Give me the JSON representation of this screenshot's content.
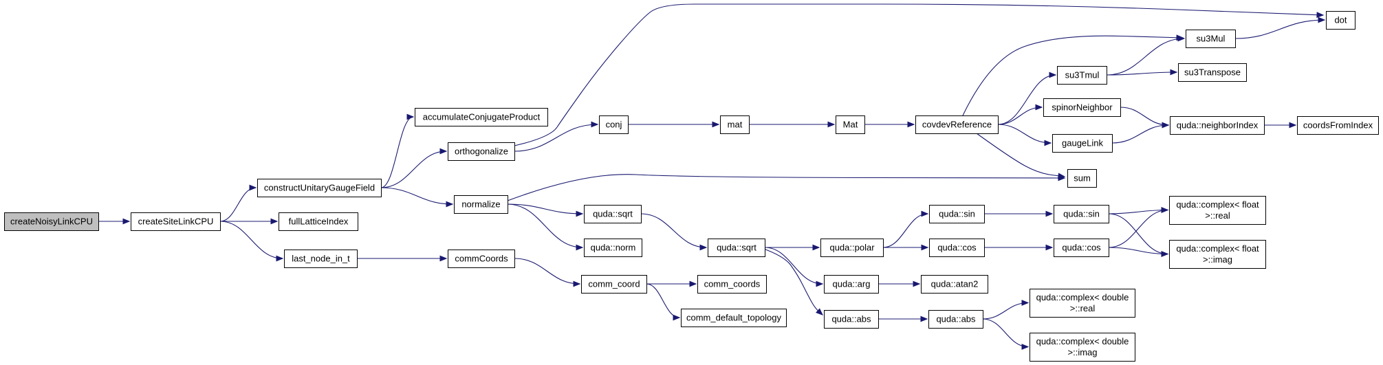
{
  "colors": {
    "edge": "#191970",
    "root_fill": "#bfbfbf",
    "node_fill": "#ffffff",
    "border": "#000000"
  },
  "nodes": [
    {
      "id": "createNoisyLinkCPU",
      "lines": [
        "createNoisyLinkCPU"
      ],
      "root": true
    },
    {
      "id": "createSiteLinkCPU",
      "lines": [
        "createSiteLinkCPU"
      ]
    },
    {
      "id": "constructUnitaryGaugeField",
      "lines": [
        "constructUnitaryGaugeField"
      ]
    },
    {
      "id": "fullLatticeIndex",
      "lines": [
        "fullLatticeIndex"
      ]
    },
    {
      "id": "last_node_in_t",
      "lines": [
        "last_node_in_t"
      ]
    },
    {
      "id": "accumulateConjugateProduct",
      "lines": [
        "accumulateConjugateProduct"
      ]
    },
    {
      "id": "orthogonalize",
      "lines": [
        "orthogonalize"
      ]
    },
    {
      "id": "normalize",
      "lines": [
        "normalize"
      ]
    },
    {
      "id": "commCoords",
      "lines": [
        "commCoords"
      ]
    },
    {
      "id": "conj",
      "lines": [
        "conj"
      ]
    },
    {
      "id": "quda_sqrt_1",
      "lines": [
        "quda::sqrt"
      ]
    },
    {
      "id": "quda_norm",
      "lines": [
        "quda::norm"
      ]
    },
    {
      "id": "comm_coord",
      "lines": [
        "comm_coord"
      ]
    },
    {
      "id": "mat",
      "lines": [
        "mat"
      ]
    },
    {
      "id": "quda_sqrt_2",
      "lines": [
        "quda::sqrt"
      ]
    },
    {
      "id": "comm_coords",
      "lines": [
        "comm_coords"
      ]
    },
    {
      "id": "comm_default_topology",
      "lines": [
        "comm_default_topology"
      ]
    },
    {
      "id": "Mat",
      "lines": [
        "Mat"
      ]
    },
    {
      "id": "quda_polar",
      "lines": [
        "quda::polar"
      ]
    },
    {
      "id": "quda_arg",
      "lines": [
        "quda::arg"
      ]
    },
    {
      "id": "quda_abs_1",
      "lines": [
        "quda::abs"
      ]
    },
    {
      "id": "covdevReference",
      "lines": [
        "covdevReference"
      ]
    },
    {
      "id": "quda_sin_1",
      "lines": [
        "quda::sin"
      ]
    },
    {
      "id": "quda_cos_1",
      "lines": [
        "quda::cos"
      ]
    },
    {
      "id": "quda_atan2",
      "lines": [
        "quda::atan2"
      ]
    },
    {
      "id": "quda_abs_2",
      "lines": [
        "quda::abs"
      ]
    },
    {
      "id": "su3Tmul",
      "lines": [
        "su3Tmul"
      ]
    },
    {
      "id": "spinorNeighbor",
      "lines": [
        "spinorNeighbor"
      ]
    },
    {
      "id": "gaugeLink",
      "lines": [
        "gaugeLink"
      ]
    },
    {
      "id": "sum",
      "lines": [
        "sum"
      ]
    },
    {
      "id": "quda_sin_2",
      "lines": [
        "quda::sin"
      ]
    },
    {
      "id": "quda_cos_2",
      "lines": [
        "quda::cos"
      ]
    },
    {
      "id": "cplx_double_real",
      "lines": [
        "quda::complex< double",
        ">::real"
      ]
    },
    {
      "id": "cplx_double_imag",
      "lines": [
        "quda::complex< double",
        ">::imag"
      ]
    },
    {
      "id": "su3Mul",
      "lines": [
        "su3Mul"
      ]
    },
    {
      "id": "su3Transpose",
      "lines": [
        "su3Transpose"
      ]
    },
    {
      "id": "quda_neighborIndex",
      "lines": [
        "quda::neighborIndex"
      ]
    },
    {
      "id": "cplx_float_real",
      "lines": [
        "quda::complex< float",
        ">::real"
      ]
    },
    {
      "id": "cplx_float_imag",
      "lines": [
        "quda::complex< float",
        ">::imag"
      ]
    },
    {
      "id": "dot",
      "lines": [
        "dot"
      ]
    },
    {
      "id": "coordsFromIndex",
      "lines": [
        "coordsFromIndex"
      ]
    }
  ],
  "edges": [
    [
      "createNoisyLinkCPU",
      "createSiteLinkCPU"
    ],
    [
      "createSiteLinkCPU",
      "constructUnitaryGaugeField"
    ],
    [
      "createSiteLinkCPU",
      "fullLatticeIndex"
    ],
    [
      "createSiteLinkCPU",
      "last_node_in_t"
    ],
    [
      "constructUnitaryGaugeField",
      "accumulateConjugateProduct"
    ],
    [
      "constructUnitaryGaugeField",
      "orthogonalize"
    ],
    [
      "constructUnitaryGaugeField",
      "normalize"
    ],
    [
      "last_node_in_t",
      "commCoords"
    ],
    [
      "orthogonalize",
      "conj"
    ],
    [
      "orthogonalize",
      "dot"
    ],
    [
      "normalize",
      "sum"
    ],
    [
      "normalize",
      "quda_sqrt_1"
    ],
    [
      "normalize",
      "quda_norm"
    ],
    [
      "commCoords",
      "comm_coord"
    ],
    [
      "conj",
      "mat"
    ],
    [
      "quda_sqrt_1",
      "quda_sqrt_2"
    ],
    [
      "comm_coord",
      "comm_coords"
    ],
    [
      "comm_coord",
      "comm_default_topology"
    ],
    [
      "mat",
      "Mat"
    ],
    [
      "quda_sqrt_2",
      "quda_polar"
    ],
    [
      "quda_sqrt_2",
      "quda_arg"
    ],
    [
      "quda_sqrt_2",
      "quda_abs_1"
    ],
    [
      "Mat",
      "covdevReference"
    ],
    [
      "quda_polar",
      "quda_sin_1"
    ],
    [
      "quda_polar",
      "quda_cos_1"
    ],
    [
      "quda_arg",
      "quda_atan2"
    ],
    [
      "quda_abs_1",
      "quda_abs_2"
    ],
    [
      "covdevReference",
      "su3Mul"
    ],
    [
      "covdevReference",
      "su3Tmul"
    ],
    [
      "covdevReference",
      "spinorNeighbor"
    ],
    [
      "covdevReference",
      "gaugeLink"
    ],
    [
      "covdevReference",
      "sum"
    ],
    [
      "quda_sin_1",
      "quda_sin_2"
    ],
    [
      "quda_cos_1",
      "quda_cos_2"
    ],
    [
      "quda_abs_2",
      "cplx_double_real"
    ],
    [
      "quda_abs_2",
      "cplx_double_imag"
    ],
    [
      "su3Tmul",
      "su3Mul"
    ],
    [
      "su3Tmul",
      "su3Transpose"
    ],
    [
      "spinorNeighbor",
      "quda_neighborIndex"
    ],
    [
      "gaugeLink",
      "quda_neighborIndex"
    ],
    [
      "quda_sin_2",
      "cplx_float_real"
    ],
    [
      "quda_sin_2",
      "cplx_float_imag"
    ],
    [
      "quda_cos_2",
      "cplx_float_real"
    ],
    [
      "quda_cos_2",
      "cplx_float_imag"
    ],
    [
      "su3Mul",
      "dot"
    ],
    [
      "quda_neighborIndex",
      "coordsFromIndex"
    ]
  ]
}
